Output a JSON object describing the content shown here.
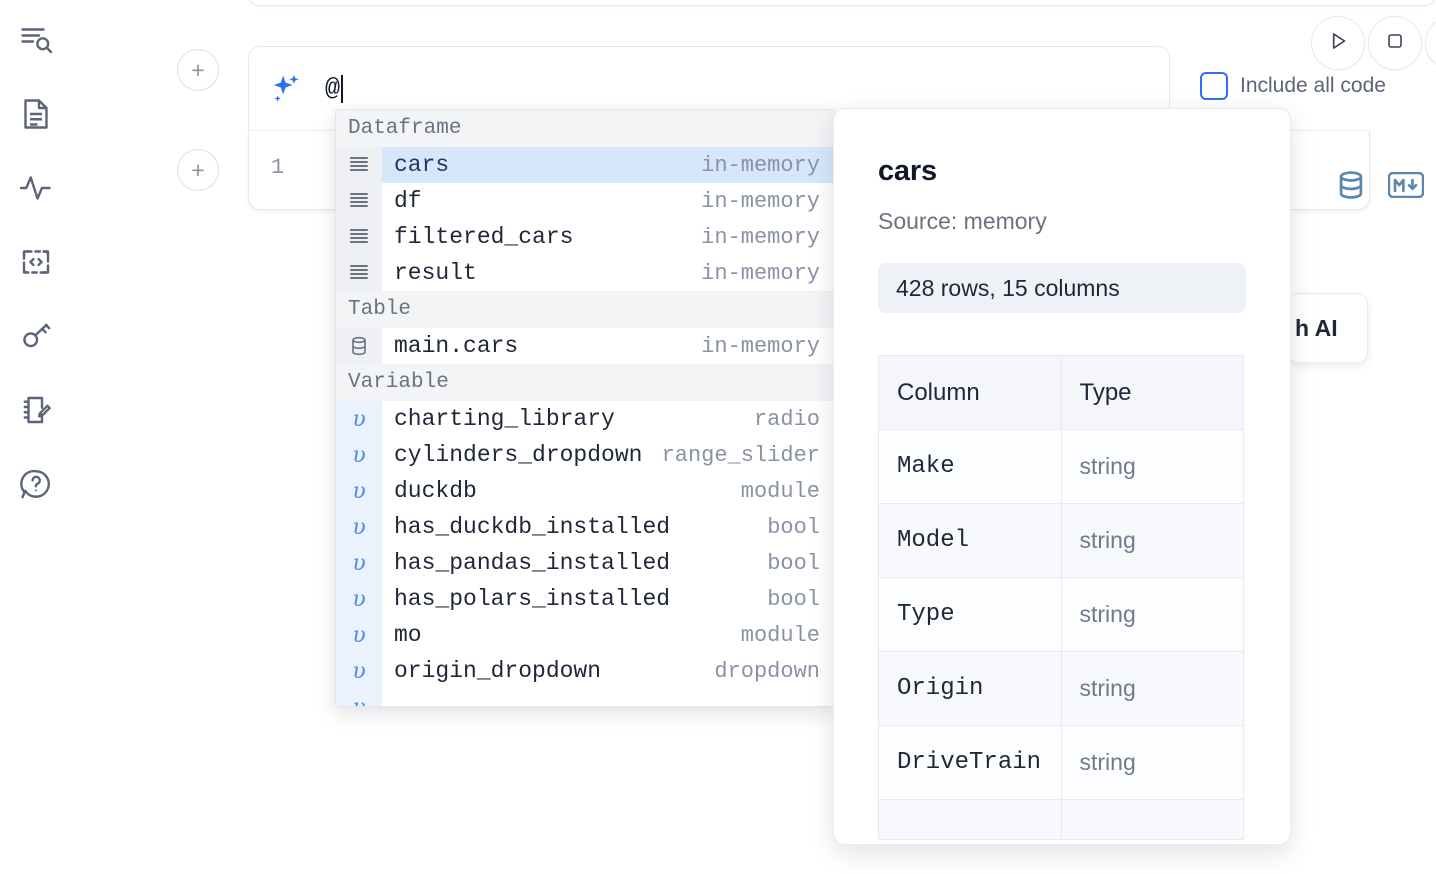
{
  "sidebar": {
    "items": [
      {
        "name": "explore-icon",
        "label": "Explore"
      },
      {
        "name": "document-icon",
        "label": "Notebook"
      },
      {
        "name": "activity-icon",
        "label": "Activity"
      },
      {
        "name": "code-embed-icon",
        "label": "Snippets"
      },
      {
        "name": "key-icon",
        "label": "Secrets"
      },
      {
        "name": "notebook-edit-icon",
        "label": "Scratchpad"
      },
      {
        "name": "help-chat-icon",
        "label": "Help"
      }
    ]
  },
  "toolbar": {
    "run_label": "Run",
    "stop_label": "Stop",
    "include_all_code_label": "Include all code",
    "include_all_code_checked": false,
    "ai_tooltip_label": "h AI",
    "accent_color": "#2f6df6"
  },
  "cell": {
    "add_button_label": "+",
    "line_number": "1",
    "database_icon": "database-icon",
    "markdown_icon": "markdown-icon"
  },
  "ai_prompt": {
    "icon": "sparkle-icon",
    "value": "@",
    "placeholder": ""
  },
  "autocomplete": {
    "sections": [
      {
        "label": "Dataframe",
        "gutter_kind": "dataframe",
        "items": [
          {
            "name": "cars",
            "type": "in-memory",
            "selected": true
          },
          {
            "name": "df",
            "type": "in-memory",
            "selected": false
          },
          {
            "name": "filtered_cars",
            "type": "in-memory",
            "selected": false
          },
          {
            "name": "result",
            "type": "in-memory",
            "selected": false
          }
        ]
      },
      {
        "label": "Table",
        "gutter_kind": "table",
        "items": [
          {
            "name": "main.cars",
            "type": "in-memory",
            "selected": false
          }
        ]
      },
      {
        "label": "Variable",
        "gutter_kind": "variable",
        "items": [
          {
            "name": "charting_library",
            "type": "radio",
            "selected": false
          },
          {
            "name": "cylinders_dropdown",
            "type": "range_slider",
            "selected": false
          },
          {
            "name": "duckdb",
            "type": "module",
            "selected": false
          },
          {
            "name": "has_duckdb_installed",
            "type": "bool",
            "selected": false
          },
          {
            "name": "has_pandas_installed",
            "type": "bool",
            "selected": false
          },
          {
            "name": "has_polars_installed",
            "type": "bool",
            "selected": false
          },
          {
            "name": "mo",
            "type": "module",
            "selected": false
          },
          {
            "name": "origin_dropdown",
            "type": "dropdown",
            "selected": false
          }
        ]
      }
    ]
  },
  "info_panel": {
    "title": "cars",
    "source": "Source: memory",
    "shape": "428 rows, 15 columns",
    "columns_header": "Column",
    "type_header": "Type",
    "rows": [
      {
        "column": "Make",
        "type": "string"
      },
      {
        "column": "Model",
        "type": "string"
      },
      {
        "column": "Type",
        "type": "string"
      },
      {
        "column": "Origin",
        "type": "string"
      },
      {
        "column": "DriveTrain",
        "type": "string"
      }
    ]
  }
}
